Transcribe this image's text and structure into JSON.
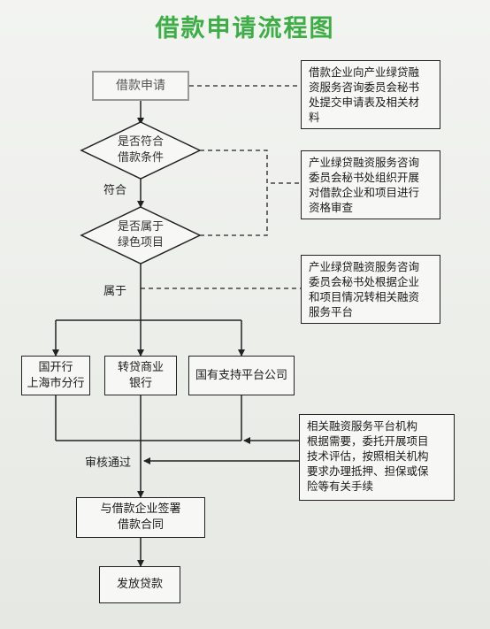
{
  "title": "借款申请流程图",
  "nodes": {
    "apply": "借款申请",
    "check_conditions": "是否符合\n借款条件",
    "check_green": "是否属于\n绿色项目",
    "bank_cdb": "国开行\n上海市分行",
    "bank_commercial": "转贷商业\n银行",
    "state_platform": "国有支持平台公司",
    "sign_contract": "与借款企业签署\n借款合同",
    "release_loan": "发放贷款"
  },
  "labels": {
    "meets": "符合",
    "belongs": "属于",
    "approved": "审核通过"
  },
  "notes": {
    "note1": "借款企业向产业绿贷融\n资服务咨询委员会秘书\n处提交申请表及相关材\n料",
    "note2": "产业绿贷融资服务咨询\n委员会秘书处组织开展\n对借款企业和项目进行\n资格审查",
    "note3": "产业绿贷融资服务咨询\n委员会秘书处根据企业\n和项目情况转相关融资\n服务平台",
    "note4": "相关融资服务平台机构\n根据需要，委托开展项目\n技术评估，按照相关机构\n要求办理抵押、担保或保\n险等有关手续"
  },
  "colors": {
    "title": "#3dae46",
    "line": "#222222",
    "apply_border": "#9a9a9a"
  }
}
